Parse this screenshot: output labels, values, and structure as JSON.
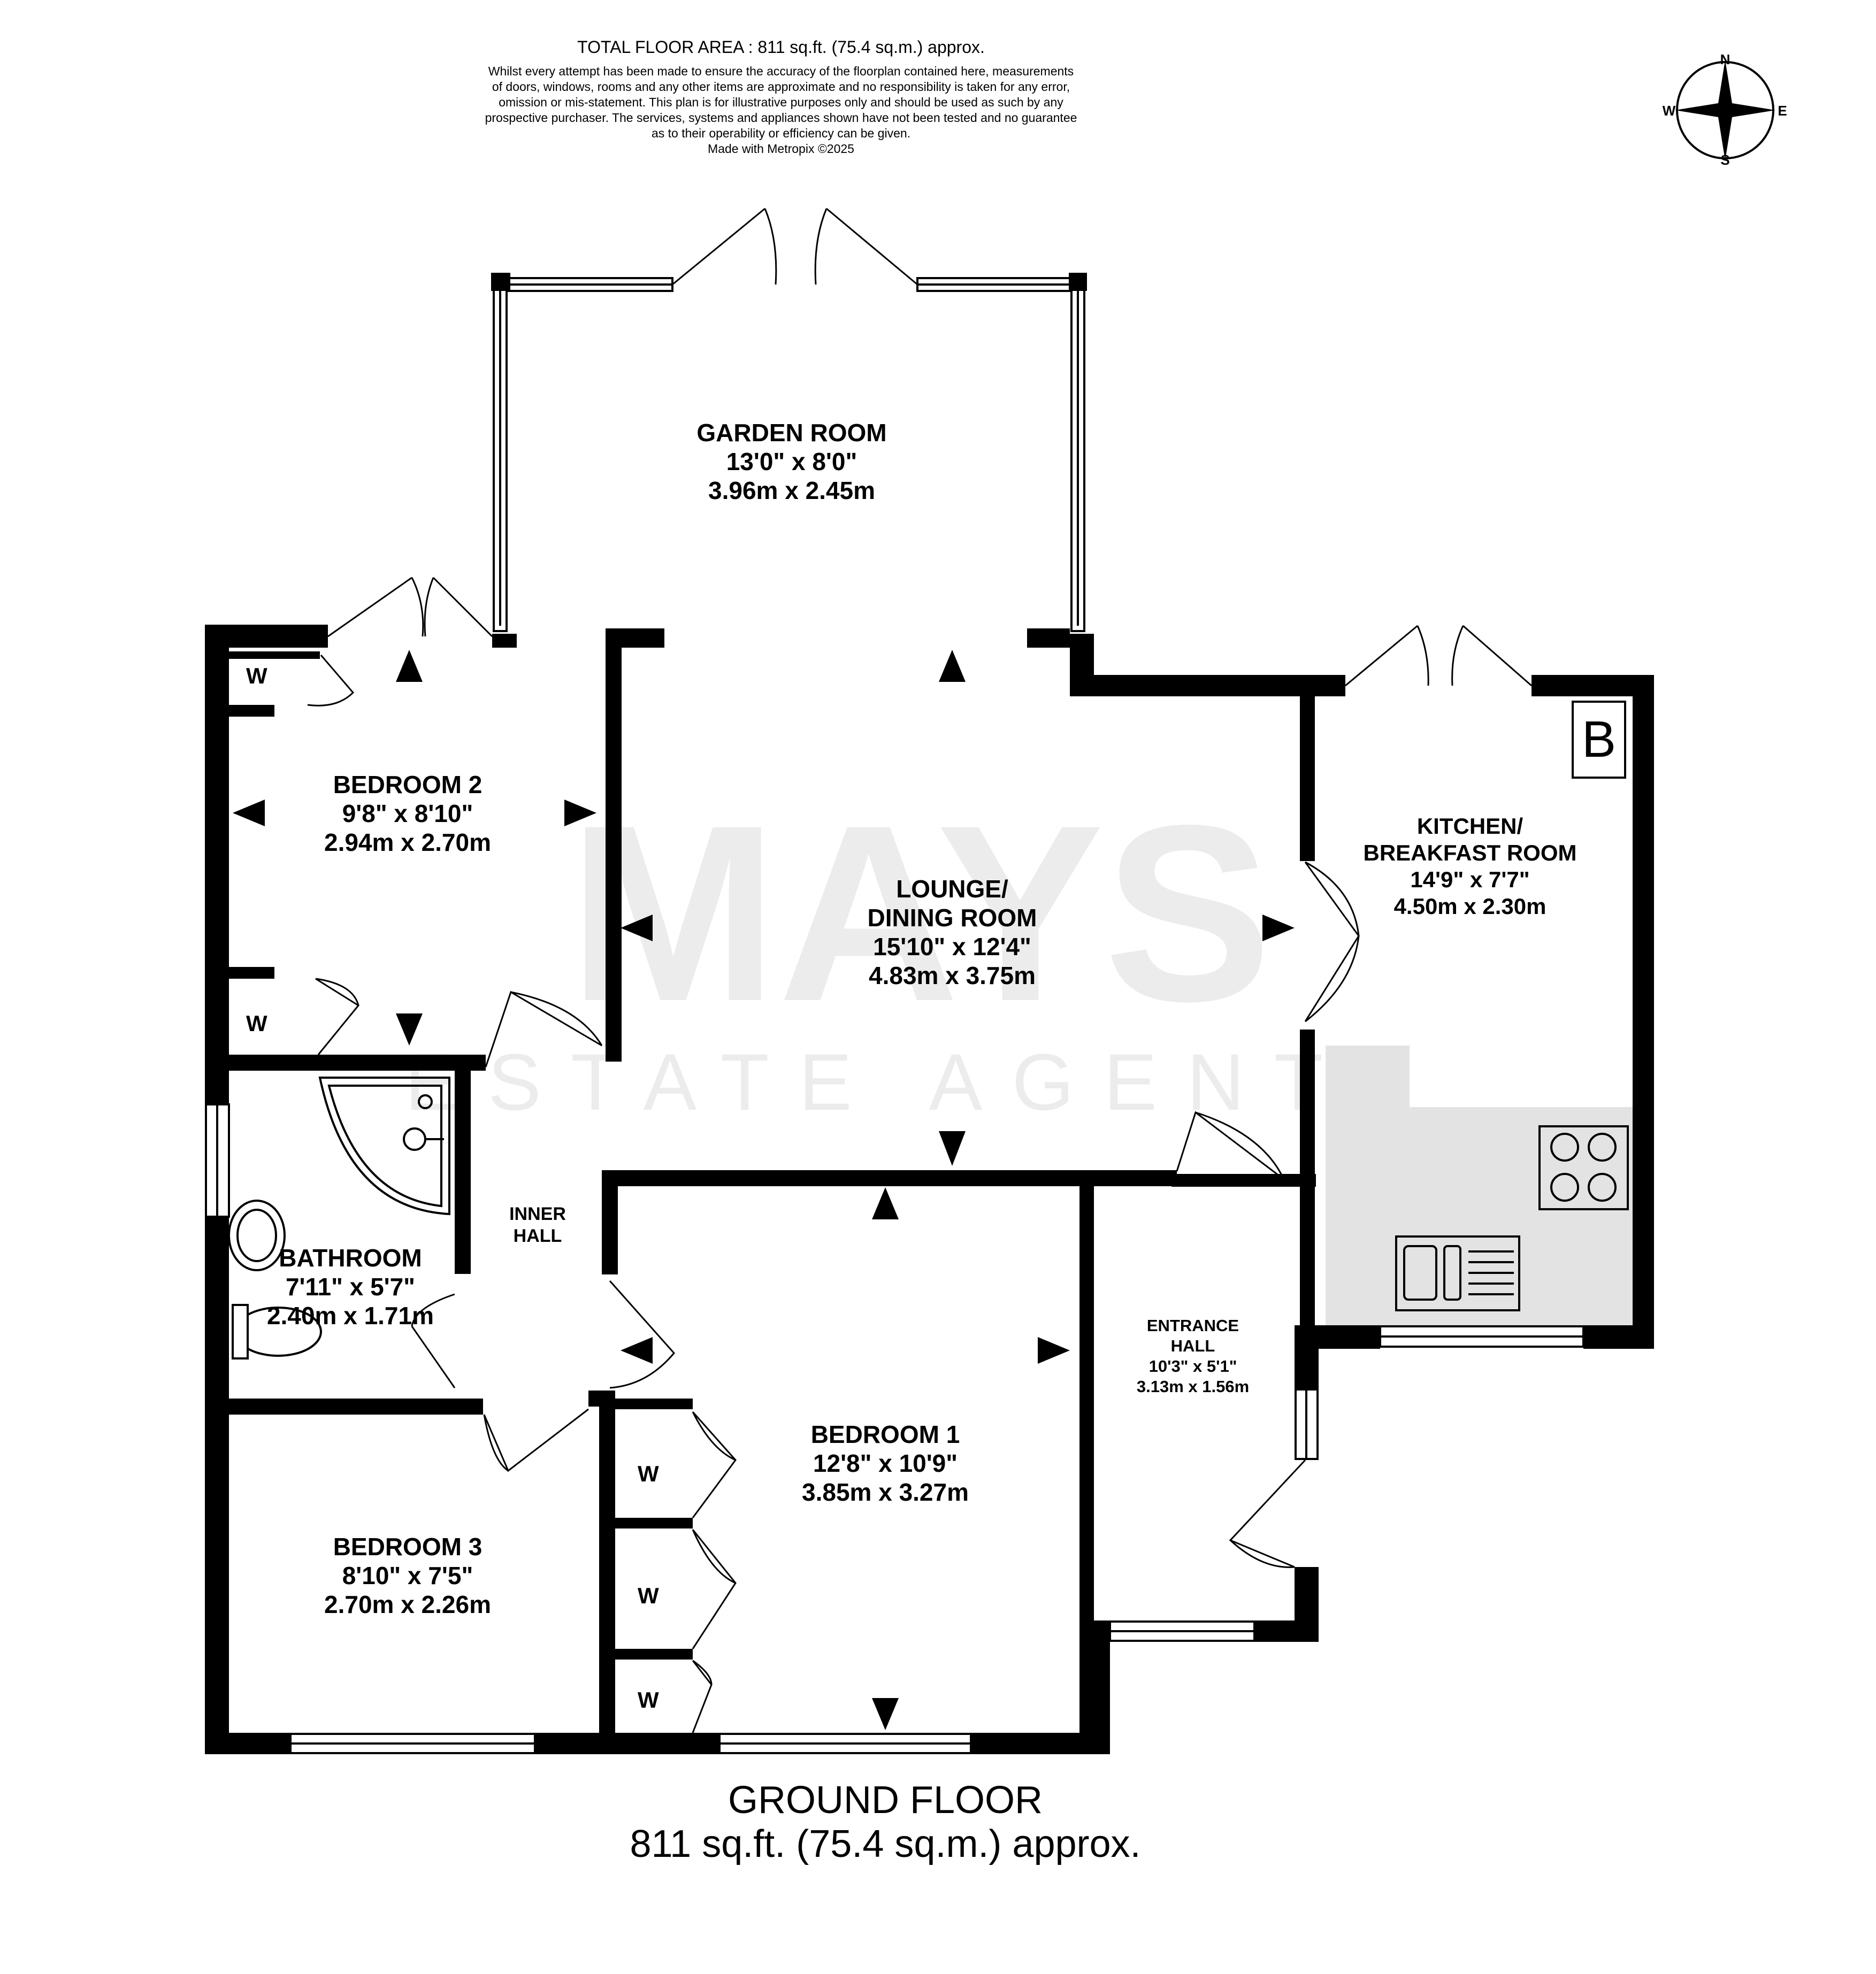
{
  "header": {
    "total_area": "TOTAL FLOOR AREA : 811 sq.ft. (75.4 sq.m.) approx.",
    "disclaimer_lines": [
      "Whilst every attempt has been made to ensure the accuracy of the floorplan contained here, measurements",
      "of doors, windows, rooms and any other items are approximate and no responsibility is taken for any error,",
      "omission or mis-statement. This plan is for illustrative purposes only and should be used as such by any",
      "prospective purchaser. The services, systems and appliances shown have not been tested and no guarantee",
      "as to their operability or efficiency can be given.",
      "Made with Metropix ©2025"
    ]
  },
  "compass": {
    "n": "N",
    "s": "S",
    "e": "E",
    "w": "W"
  },
  "watermark": {
    "brand": "MAYS",
    "tagline": "ESTATE AGENTS"
  },
  "rooms": {
    "garden_room": {
      "name": "GARDEN ROOM",
      "imperial": "13'0\"  x 8'0\"",
      "metric": "3.96m  x 2.45m"
    },
    "bedroom2": {
      "name": "BEDROOM 2",
      "imperial": "9'8\"  x 8'10\"",
      "metric": "2.94m  x 2.70m"
    },
    "lounge": {
      "name1": "LOUNGE/",
      "name2": "DINING ROOM",
      "imperial": "15'10\"  x 12'4\"",
      "metric": "4.83m  x 3.75m"
    },
    "kitchen": {
      "name1": "KITCHEN/",
      "name2": "BREAKFAST ROOM",
      "imperial": "14'9\"  x 7'7\"",
      "metric": "4.50m  x 2.30m"
    },
    "bathroom": {
      "name": "BATHROOM",
      "imperial": "7'11\"  x 5'7\"",
      "metric": "2.40m  x 1.71m"
    },
    "inner_hall": {
      "name1": "INNER",
      "name2": "HALL"
    },
    "bedroom1": {
      "name": "BEDROOM 1",
      "imperial": "12'8\"  x 10'9\"",
      "metric": "3.85m  x 3.27m"
    },
    "entrance_hall": {
      "name1": "ENTRANCE",
      "name2": "HALL",
      "imperial": "10'3\"  x 5'1\"",
      "metric": "3.13m  x 1.56m"
    },
    "bedroom3": {
      "name": "BEDROOM 3",
      "imperial": "8'10\"  x 7'5\"",
      "metric": "2.70m  x 2.26m"
    }
  },
  "wardrobe_label": "W",
  "boiler_label": "B",
  "footer": {
    "floor": "GROUND FLOOR",
    "area": "811 sq.ft. (75.4 sq.m.) approx."
  }
}
